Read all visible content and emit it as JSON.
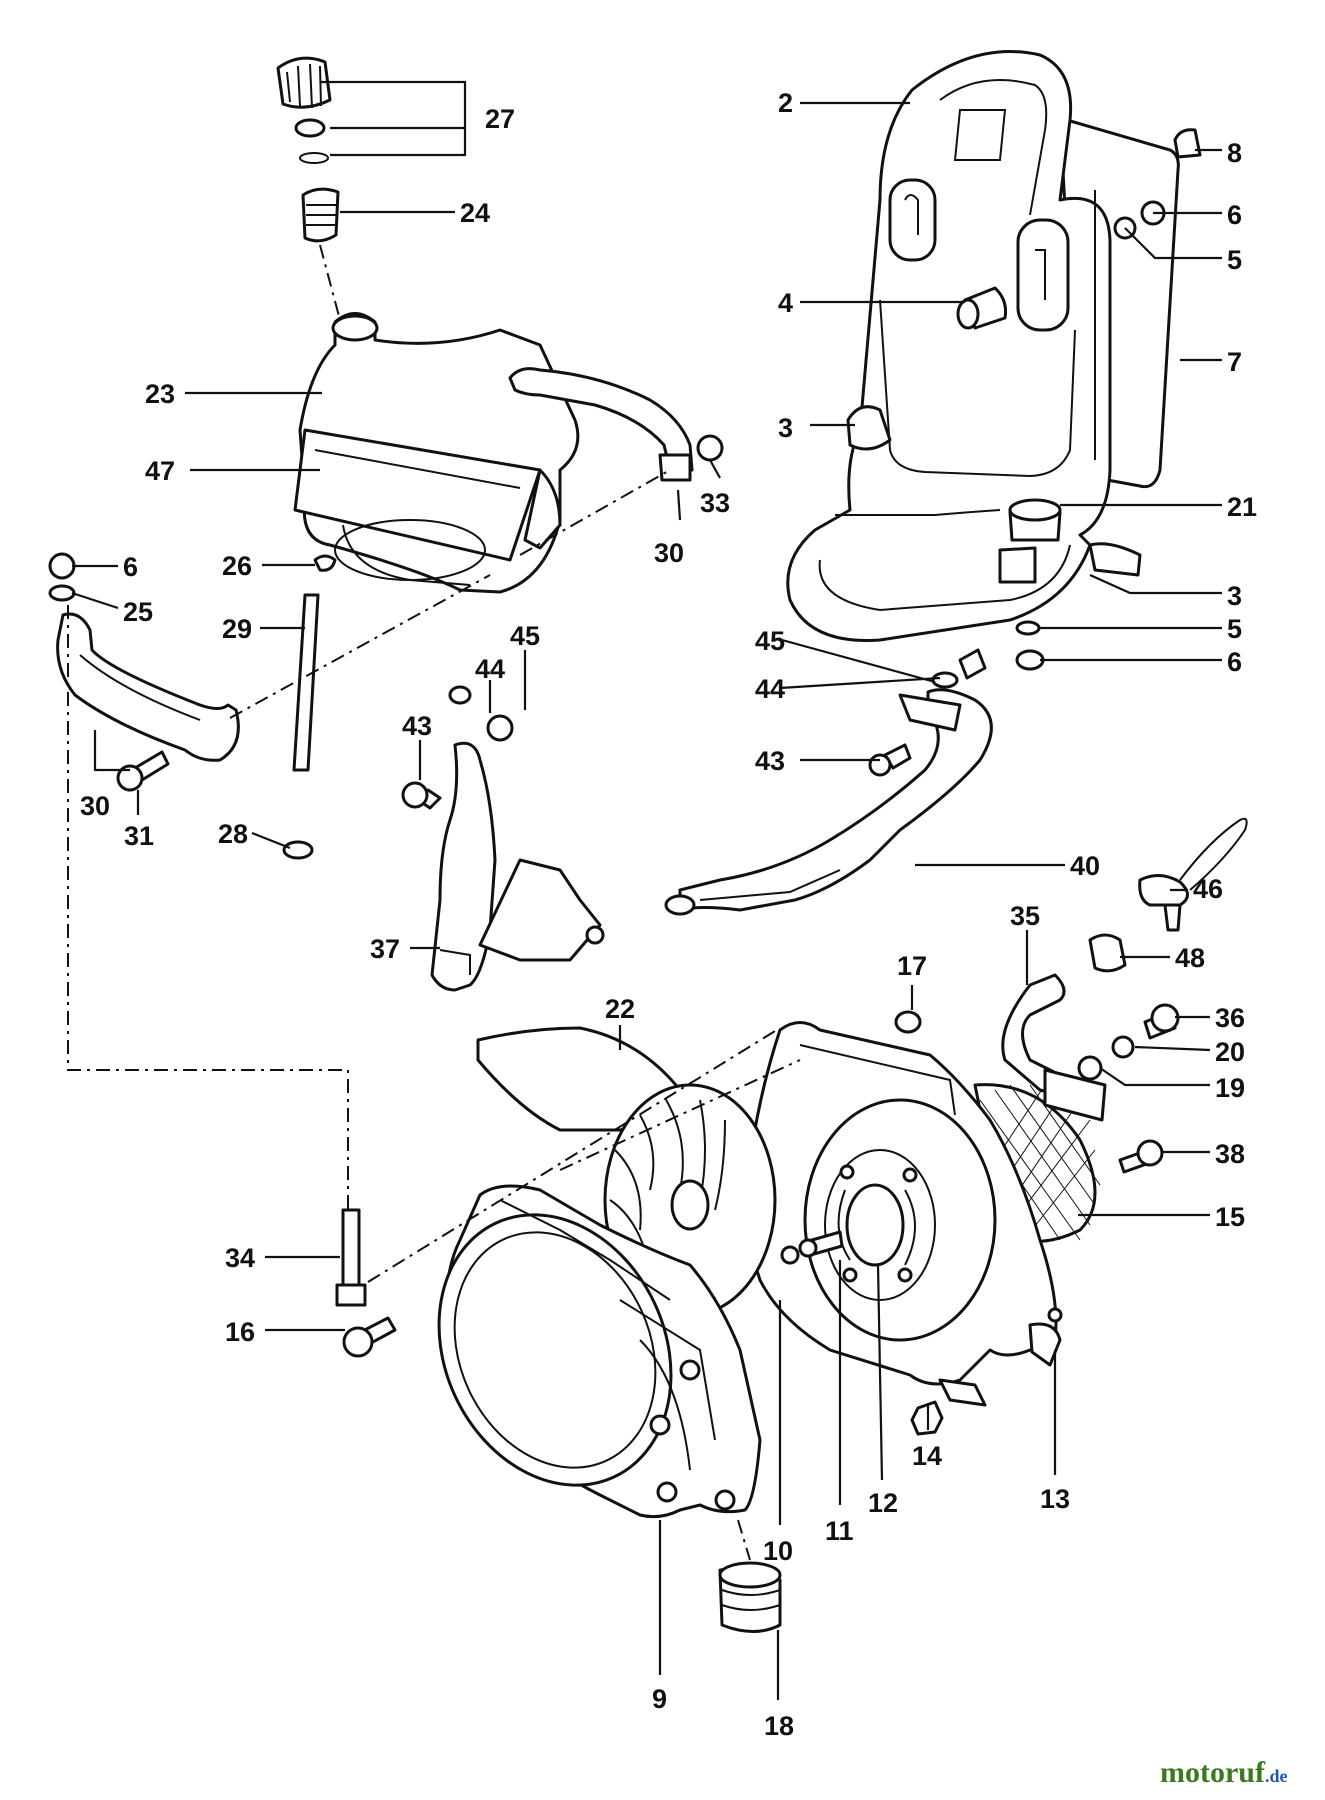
{
  "callouts": {
    "c2": "2",
    "c8": "8",
    "c6a": "6",
    "c5a": "5",
    "c4": "4",
    "c7": "7",
    "c3a": "3",
    "c21": "21",
    "c3b": "3",
    "c5b": "5",
    "c6b": "6",
    "c27": "27",
    "c24": "24",
    "c23": "23",
    "c47": "47",
    "c33": "33",
    "c30a": "30",
    "c6c": "6",
    "c25": "25",
    "c26": "26",
    "c29": "29",
    "c45a": "45",
    "c44a": "44",
    "c43a": "43",
    "c30b": "30",
    "c31": "31",
    "c28": "28",
    "c37": "37",
    "c45b": "45",
    "c44b": "44",
    "c43b": "43",
    "c40": "40",
    "c46": "46",
    "c48": "48",
    "c35": "35",
    "c17": "17",
    "c22": "22",
    "c36": "36",
    "c20": "20",
    "c19": "19",
    "c38": "38",
    "c15": "15",
    "c34": "34",
    "c16": "16",
    "c10": "10",
    "c11": "11",
    "c12": "12",
    "c14": "14",
    "c13": "13",
    "c9": "9",
    "c18": "18"
  },
  "watermark": {
    "brand": "motoruf",
    "suffix": ".de",
    "brand_color": "#3a7a1f",
    "suffix_color": "#1d5aa8"
  }
}
